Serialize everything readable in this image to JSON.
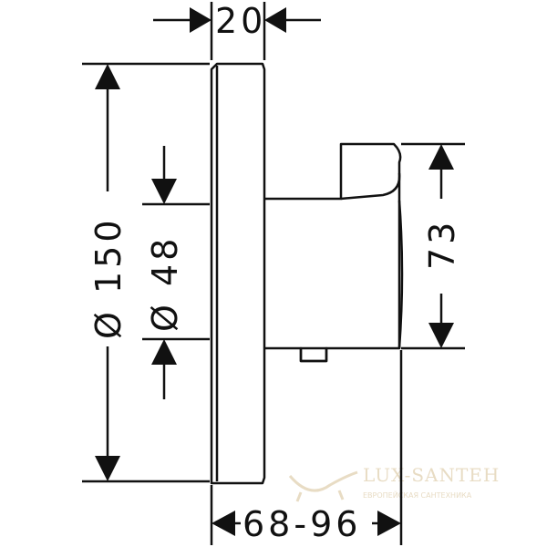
{
  "dimensions": {
    "top_width": "20",
    "outer_diameter": "Ø 150",
    "inner_diameter": "Ø 48",
    "body_height": "73",
    "depth_range": "68-96"
  },
  "watermark": {
    "brand": "LUX-SANTEH",
    "tagline": "ЕВРОПЕЙСКАЯ САНТЕХНИКА",
    "color": "#e8dcc4"
  },
  "colors": {
    "line": "#111111",
    "background": "#ffffff"
  }
}
